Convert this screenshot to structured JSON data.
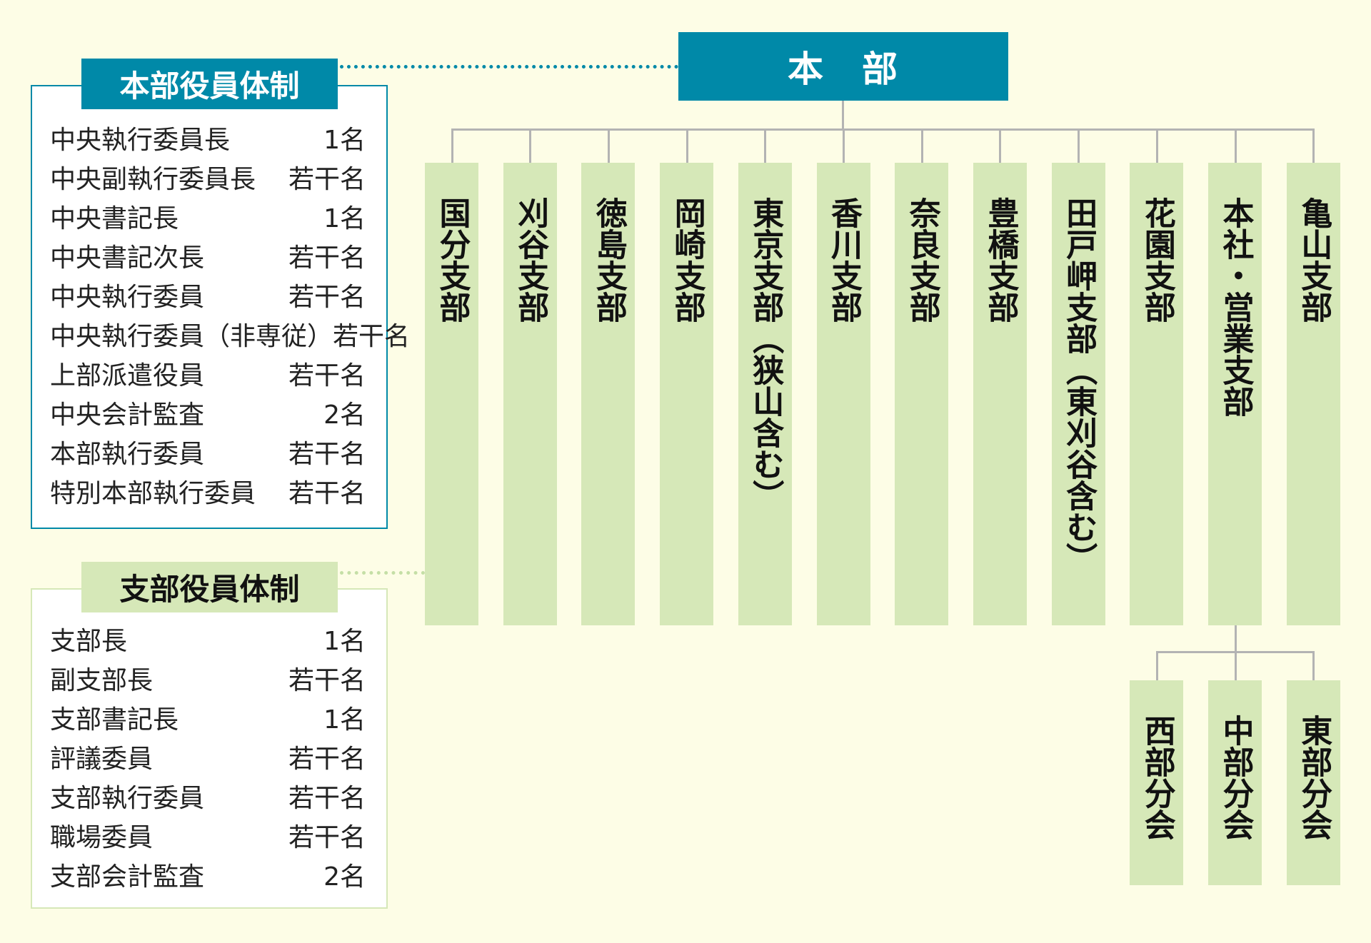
{
  "headquarters": {
    "label": "本　部"
  },
  "branches": [
    "国分支部",
    "刈谷支部",
    "徳島支部",
    "岡崎支部",
    "東京支部（狭山含む）",
    "香川支部",
    "奈良支部",
    "豊橋支部",
    "田戸岬支部（東刈谷含む）",
    "花園支部",
    "本社・営業支部",
    "亀山支部"
  ],
  "sub_branches": {
    "parent": "本社・営業支部",
    "items": [
      "西部分会",
      "中部分会",
      "東部分会"
    ]
  },
  "hq_officers": {
    "title": "本部役員体制",
    "rows": [
      {
        "role": "中央執行委員長",
        "count": "1名"
      },
      {
        "role": "中央副執行委員長",
        "count": "若干名"
      },
      {
        "role": "中央書記長",
        "count": "1名"
      },
      {
        "role": "中央書記次長",
        "count": "若干名"
      },
      {
        "role": "中央執行委員",
        "count": "若干名"
      },
      {
        "role": "中央執行委員（非専従）",
        "count": "若干名"
      },
      {
        "role": "上部派遣役員",
        "count": "若干名"
      },
      {
        "role": "中央会計監査",
        "count": "2名"
      },
      {
        "role": "本部執行委員",
        "count": "若干名"
      },
      {
        "role": "特別本部執行委員",
        "count": "若干名"
      }
    ]
  },
  "branch_officers": {
    "title": "支部役員体制",
    "rows": [
      {
        "role": "支部長",
        "count": "1名"
      },
      {
        "role": "副支部長",
        "count": "若干名"
      },
      {
        "role": "支部書記長",
        "count": "1名"
      },
      {
        "role": "評議委員",
        "count": "若干名"
      },
      {
        "role": "支部執行委員",
        "count": "若干名"
      },
      {
        "role": "職場委員",
        "count": "若干名"
      },
      {
        "role": "支部会計監査",
        "count": "2名"
      }
    ]
  },
  "colors": {
    "teal": "#0089a8",
    "green": "#d6e8b8",
    "background": "#fdfde6",
    "connector": "#b3b3b3"
  }
}
